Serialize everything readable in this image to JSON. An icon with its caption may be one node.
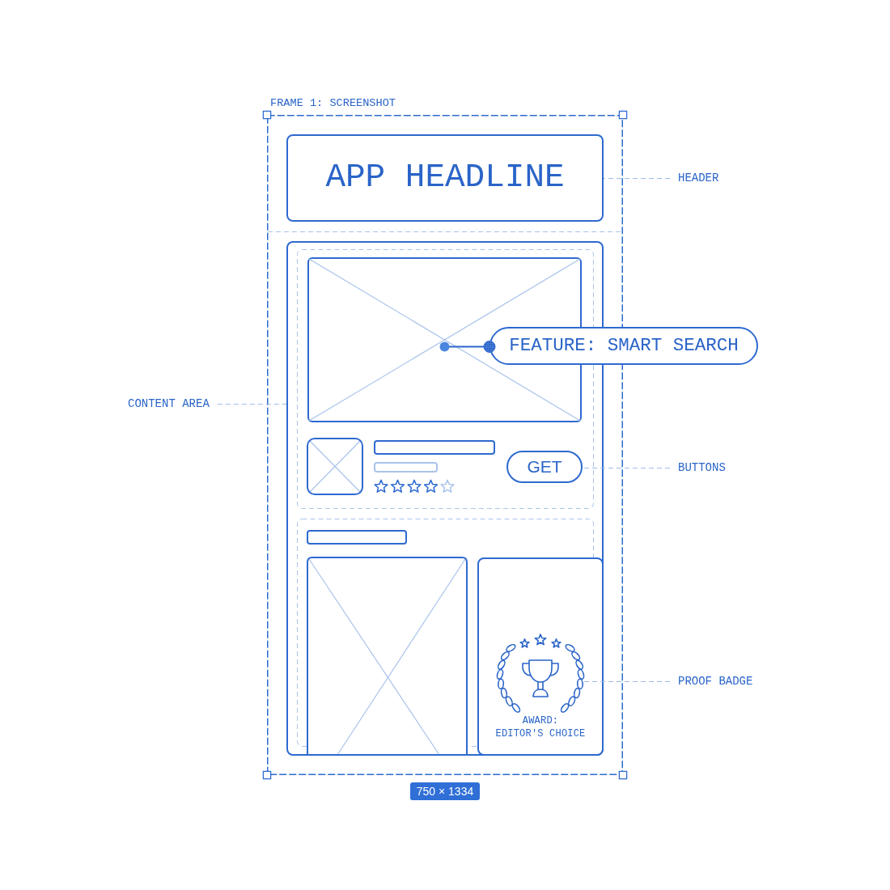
{
  "diagram": {
    "nodes": [
      {
        "text": [
          "FRAME 1: SCREENSHOT"
        ]
      },
      {
        "text": [
          "APP HEADLINE"
        ],
        "in": 0
      },
      {
        "text": [
          "HEADER"
        ]
      },
      {
        "text": [],
        "shape": "box",
        "in": 0
      },
      {
        "text": [],
        "shape": "picture",
        "in": 3
      },
      {
        "text": [
          "FEATURE: SMART SEARCH"
        ]
      },
      {
        "text": [
          "CONTENT AREA"
        ]
      },
      {
        "text": [
          "GET"
        ],
        "in": 3
      },
      {
        "text": [
          "BUTTONS"
        ]
      },
      {
        "text": [
          "AWARD: EDITOR'S CHOICE"
        ],
        "in": 3
      },
      {
        "text": [],
        "shape": "picture",
        "in": 9
      },
      {
        "text": [
          "PROOF BADGE"
        ]
      },
      {
        "text": [
          "750 × 1334"
        ]
      }
    ],
    "edges": [
      {
        "from": 2,
        "to": 1,
        "arrow": "none",
        "style": "dashed"
      },
      {
        "from": 5,
        "to": 4,
        "arrow": "other",
        "color": "#2b66cc"
      },
      {
        "from": 6,
        "to": 3,
        "arrow": "none",
        "style": "dashed"
      },
      {
        "from": 8,
        "to": 7,
        "arrow": "none",
        "style": "dashed"
      },
      {
        "from": 11,
        "to": 10,
        "arrow": "none",
        "style": "dashed"
      }
    ]
  }
}
